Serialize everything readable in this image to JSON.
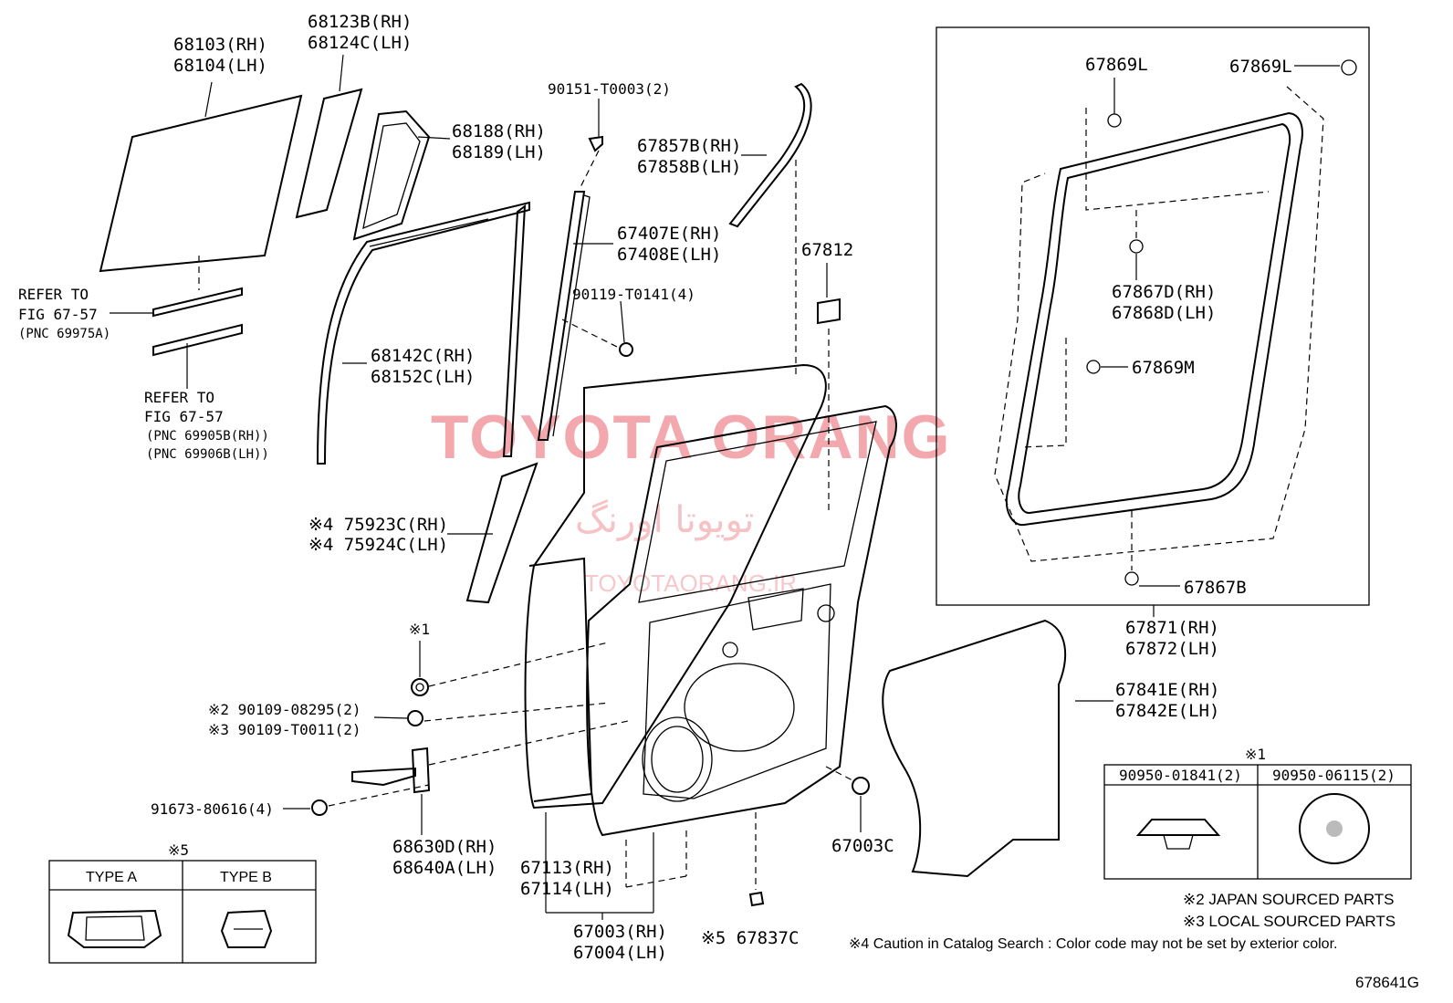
{
  "labels": {
    "glass": [
      "68103(RH)",
      "68104(LH)"
    ],
    "quarter_glass": [
      "68123B(RH)",
      "68124C(LH)"
    ],
    "quarter_frame": [
      "68188(RH)",
      "68189(LH)"
    ],
    "screw_top": "90151-T0003(2)",
    "weatherstrip_top": [
      "67857B(RH)",
      "67858B(LH)"
    ],
    "channel": [
      "67407E(RH)",
      "67408E(LH)"
    ],
    "pad": "67812",
    "bolt_channel": "90119-T0141(4)",
    "run": [
      "68142C(RH)",
      "68152C(LH)"
    ],
    "refer1": [
      "REFER TO",
      "FIG 67-57",
      "(PNC 69975A)"
    ],
    "refer2": [
      "REFER TO",
      "FIG 67-57",
      "(PNC 69905B(RH))",
      "(PNC 69906B(LH))"
    ],
    "tape": [
      "※4 75923C(RH)",
      "※4 75924C(LH)"
    ],
    "mark1_small": "※1",
    "bolt_a": [
      "※2 90109-08295(2)",
      "※3 90109-T0011(2)"
    ],
    "bolt_b": "91673-80616(4)",
    "check": [
      "68630D(RH)",
      "68640A(LH)"
    ],
    "door_sub": [
      "67113(RH)",
      "67114(LH)"
    ],
    "door_assy": [
      "67003(RH)",
      "67004(LH)"
    ],
    "clip_bottom": "※5 67837C",
    "cushion": "67003C",
    "hole_cover": [
      "67841E(RH)",
      "67842E(LH)"
    ],
    "clip_l1": "67869L",
    "clip_l2": "67869L",
    "clip_d": [
      "67867D(RH)",
      "67868D(LH)"
    ],
    "clip_m": "67869M",
    "clip_b": "67867B",
    "weatherstrip": [
      "67871(RH)",
      "67872(LH)"
    ]
  },
  "type_box": {
    "mark": "※5",
    "col_a": "TYPE A",
    "col_b": "TYPE B"
  },
  "plug_box": {
    "mark": "※1",
    "col_1": "90950-01841(2)",
    "col_2": "90950-06115(2)"
  },
  "notes": [
    "※2 JAPAN SOURCED PARTS",
    "※3 LOCAL SOURCED PARTS",
    "※4 Caution in Catalog Search : Color code may not be set by exterior color."
  ],
  "figure_code": "678641G",
  "watermark": {
    "brand": "TOYOTA ORANG",
    "farsi": "تویوتا اورنگ",
    "site": "TOYOTAORANG.IR"
  }
}
